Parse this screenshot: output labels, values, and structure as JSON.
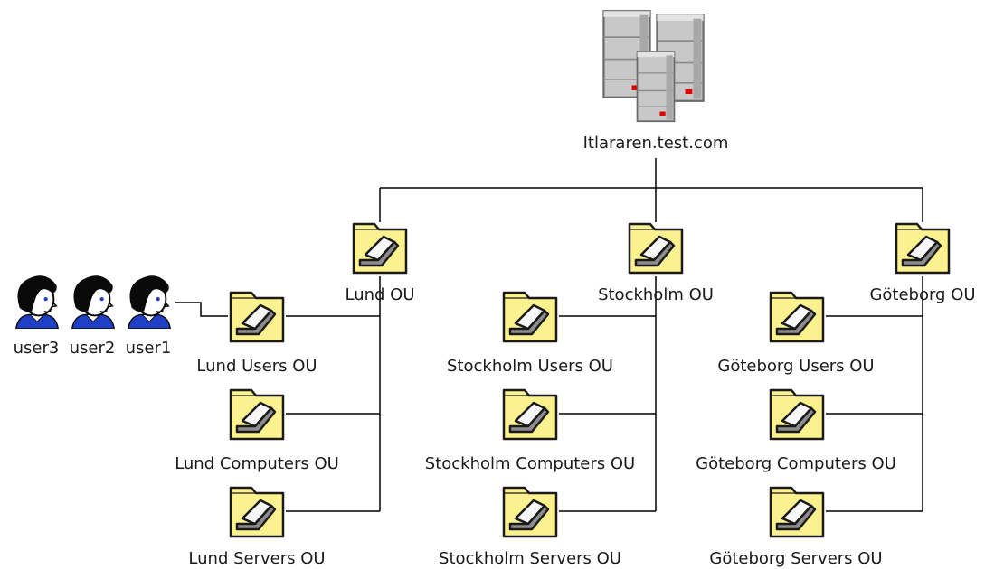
{
  "domain_root": {
    "label": "Itlararen.test.com",
    "icon": "server-cluster-icon"
  },
  "sites": [
    {
      "id": "lund",
      "label": "Lund OU",
      "children": [
        {
          "id": "lund-users",
          "label": "Lund Users OU"
        },
        {
          "id": "lund-computers",
          "label": "Lund Computers OU"
        },
        {
          "id": "lund-servers",
          "label": "Lund Servers OU"
        }
      ]
    },
    {
      "id": "stockholm",
      "label": "Stockholm OU",
      "children": [
        {
          "id": "stockholm-users",
          "label": "Stockholm Users OU"
        },
        {
          "id": "stockholm-computers",
          "label": "Stockholm Computers OU"
        },
        {
          "id": "stockholm-servers",
          "label": "Stockholm Servers OU"
        }
      ]
    },
    {
      "id": "goteborg",
      "label": "Göteborg OU",
      "children": [
        {
          "id": "goteborg-users",
          "label": "Göteborg Users OU"
        },
        {
          "id": "goteborg-computers",
          "label": "Göteborg Computers OU"
        },
        {
          "id": "goteborg-servers",
          "label": "Göteborg Servers OU"
        }
      ]
    }
  ],
  "users": [
    {
      "label": "user3"
    },
    {
      "label": "user2"
    },
    {
      "label": "user1"
    }
  ],
  "colors": {
    "folder_fill": "#fbf18f",
    "folder_stroke": "#1a1a1a",
    "server_fill": "#c8c8c8",
    "server_light": "#e4e4e4",
    "server_led": "#e00000",
    "user_shirt": "#1f3fc4",
    "user_hair": "#0a0a0a"
  }
}
